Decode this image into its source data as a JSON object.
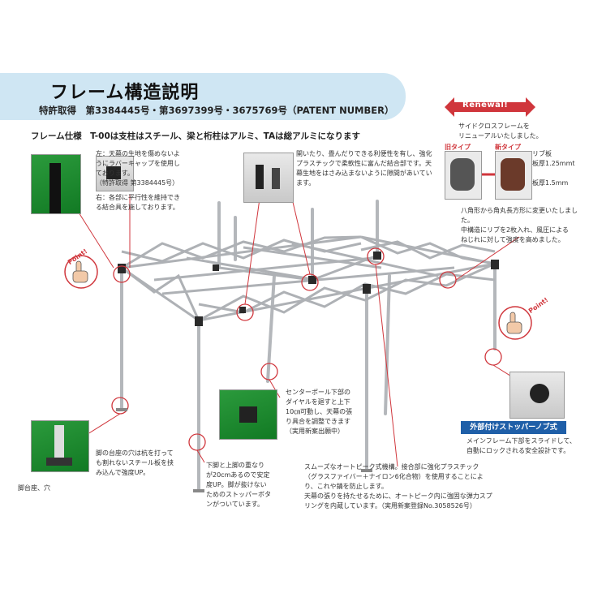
{
  "header": {
    "title": "フレーム構造説明",
    "patent": "特許取得　第3384445号・第3697399号・3675769号（PATENT NUMBER）",
    "spec": "フレーム仕様　T-00は支柱はスチール、梁と桁柱はアルミ、TAは総アルミになります"
  },
  "notes": {
    "top_left_1": "左：天幕の生地を傷めないよ\nうにラバーキャップを使用し\nております。\n（特許取得 第3384445号）",
    "top_left_2": "右：各部に平行性を維持でき\nる結合具を施しております。",
    "top_center": "開いたり、畳んだりできる利便性を有し、強化\nプラスチックで柔軟性に富んだ結合部です。天\n幕生地をはさみ込まないように隙間があいてい\nます。",
    "renewal_1": "サイドクロスフレームを\nリニューアルいたしました。",
    "renewal_old": "旧タイプ",
    "renewal_new": "新タイプ",
    "rib_1": "リブ板\n板厚1.25mmt",
    "rib_2": "板厚1.5mm",
    "octagon": "八角形から角丸長方形に変更いたしました。\n中構造にリブを2枚入れ、風圧による\nねじれに対して強度を高めました。",
    "center_pole": "センターポール下部の\nダイヤルを廻すと上下\n10㎝可動し、天幕の張\nり具合を調整できます\n（実用新案出願中）",
    "foot_base": "脚の台座の穴は杭を打って\nも割れないスチール板を挟\nみ込んで強度UP。",
    "foot_label": "脚台座、穴",
    "leg_lock": "下脚と上脚の重なり\nが20cmあるので安定\n度UP。脚が抜けない\nためのストッパーボタ\nンがついています。",
    "autopeak": "スムーズなオートピーク式機構。接合部に強化プラスチック\n（グラスファイバー＋ナイロン6化合物）を使用することによ\nり、これや錆を防止します。\n天幕の張りを持たせるために、オートピーク内に強固な弾力スプ\nリングを内蔵しています。（実用新案登録No.3058526号）",
    "stopper_badge": "外部付けストッパーノブ式",
    "stopper": "メインフレーム下部をスライドして、\n自動にロックされる安全設計です。"
  },
  "renewal_label": "Renewal!",
  "point_label": "Point!",
  "colors": {
    "band": "#cfe6f3",
    "accent_red": "#d0363c",
    "badge_blue": "#1f5fa8",
    "frame": "#b9bcc0"
  }
}
